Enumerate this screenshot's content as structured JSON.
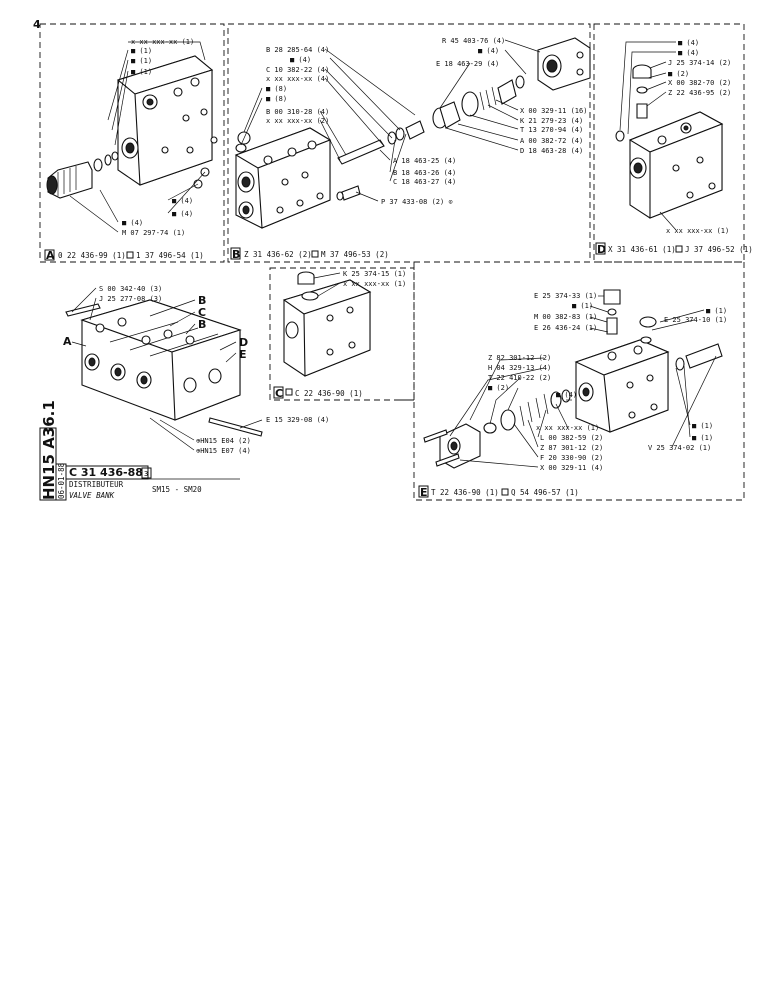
{
  "corner_mark": "4",
  "panels": {
    "A": {
      "letter": "A",
      "caption": "0 22 436-99 (1)",
      "caption2": "1 37 496-54 (1)",
      "labels": [
        "x xx xxx-xx (1)",
        "■ (1)",
        "■ (1)",
        "■ (1)",
        "■ (4)",
        "■ (4)",
        "■ (4)",
        "M 07 297-74 (1)"
      ]
    },
    "B": {
      "letter": "B",
      "caption": "Z 31 436-62 (2)",
      "caption2": "M 37 496-53 (2)",
      "labels": [
        "B 28 285-64 (4)",
        "■ (4)",
        "C 10 382-22 (4)",
        "x xx xxx-xx (4)",
        "■ (8)",
        "■ (8)",
        "B 00 310-28 (4)",
        "x xx xxx-xx (2)",
        "A 18 463-25 (4)",
        "B 18 463-26 (4)",
        "C 18 463-27 (4)",
        "P 37 433-08 (2) ⊙"
      ],
      "right_labels": [
        "R 45 403-76 (4)",
        "■ (4)",
        "E 18 463-29 (4)",
        "X 00 329-11 (16)",
        "K 21 279-23 (4)",
        "T 13 270-94 (4)",
        "A 00 382-72 (4)",
        "D 18 463-28 (4)"
      ]
    },
    "D": {
      "letter": "D",
      "caption": "X 31 436-61 (1)",
      "caption2": "J 37 496-52 (1)",
      "labels": [
        "■ (4)",
        "■ (4)",
        "J 25 374-14 (2)",
        "■ (2)",
        "X 00 382-70 (2)",
        "Z 22 436-95 (2)",
        "x xx xxx-xx (1)"
      ]
    },
    "C": {
      "letter": "C",
      "caption": "C 22 436-90 (1)",
      "labels": [
        "K 25 374-15 (1)",
        "x xx xxx-xx (1)"
      ]
    },
    "E": {
      "letter": "E",
      "caption": "T 22 436-90 (1)",
      "caption2": "Q 54 496-57 (1)",
      "labels": [
        "E 25 374-33 (1)",
        "■ (1)",
        "M 00 382-83 (1)",
        "E 26 436-24 (1)",
        "■ (1)",
        "E 25 374-10 (1)",
        "Z 82 301-12 (2)",
        "H 04 329-13 (4)",
        "T 22 410-22 (2)",
        "■ (2)",
        "■ (4)",
        "x xx xxx-xx (1)",
        "L 00 382-59 (2)",
        "Z 87 301-12 (2)",
        "F 20 330-90 (2)",
        "X 00 329-11 (4)",
        "■ (1)",
        "■ (1)",
        "V 25 374-02 (1)"
      ]
    }
  },
  "assembly": {
    "labels": [
      "S 00 342-40 (3)",
      "J 25 277-08 (3)",
      "E 15 329-08 (4)",
      "⊕HN15  E04 (2)",
      "⊕HN15  E07 (4)"
    ],
    "letters": [
      "A",
      "B",
      "C",
      "B",
      "D",
      "E"
    ]
  },
  "title_block": {
    "vertical_code": "HN15 A36.1",
    "date": "06-01-88",
    "ref": "C 31 436-88",
    "rev": "3",
    "name_fr": "DISTRIBUTEUR",
    "name_en": "VALVE BANK",
    "models": "SM15 - SM20"
  }
}
